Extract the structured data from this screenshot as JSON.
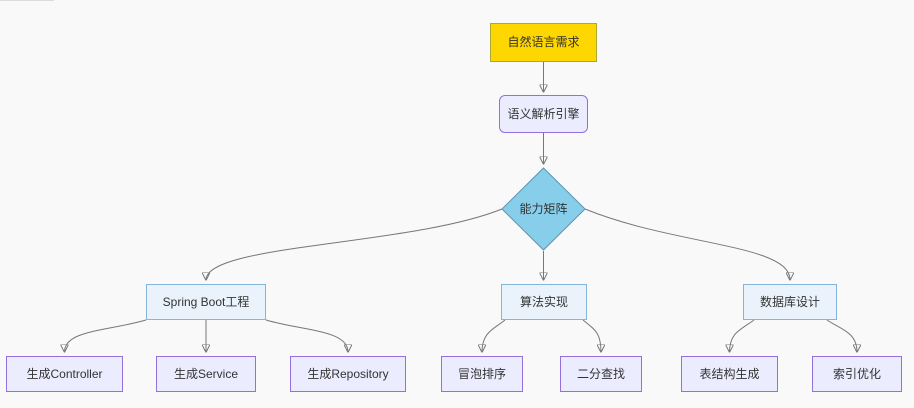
{
  "diagram": {
    "type": "flowchart",
    "direction": "top-down",
    "background_color": "#f9f9f9",
    "colors": {
      "requirement_node_fill": "#ffd700",
      "requirement_node_border": "#aaaa33",
      "lavender_node_fill": "#ececff",
      "lavender_node_border": "#9370db",
      "category_node_fill": "#eaf3fb",
      "category_node_border": "#85b5da",
      "decision_fill": "#87ceeb",
      "decision_border": "#5d93b5",
      "edge_line": "#777777",
      "arrowhead": "#333333",
      "text": "#333333"
    },
    "nodes": [
      {
        "id": "req",
        "label": "自然语言需求",
        "shape": "rect",
        "style": "yellow"
      },
      {
        "id": "parser",
        "label": "语义解析引擎",
        "shape": "rounded",
        "style": "lavender"
      },
      {
        "id": "matrix",
        "label": "能力矩阵",
        "shape": "diamond",
        "style": "skyblue"
      },
      {
        "id": "springboot",
        "label": "Spring Boot工程",
        "shape": "rect",
        "style": "blue"
      },
      {
        "id": "algo",
        "label": "算法实现",
        "shape": "rect",
        "style": "blue"
      },
      {
        "id": "db",
        "label": "数据库设计",
        "shape": "rect",
        "style": "blue"
      },
      {
        "id": "controller",
        "label": "生成Controller",
        "shape": "rect",
        "style": "lavender"
      },
      {
        "id": "service",
        "label": "生成Service",
        "shape": "rect",
        "style": "lavender"
      },
      {
        "id": "repo",
        "label": "生成Repository",
        "shape": "rect",
        "style": "lavender"
      },
      {
        "id": "bubble",
        "label": "冒泡排序",
        "shape": "rect",
        "style": "lavender"
      },
      {
        "id": "binary",
        "label": "二分查找",
        "shape": "rect",
        "style": "lavender"
      },
      {
        "id": "table",
        "label": "表结构生成",
        "shape": "rect",
        "style": "lavender"
      },
      {
        "id": "index",
        "label": "索引优化",
        "shape": "rect",
        "style": "lavender"
      }
    ],
    "edges": [
      {
        "from": "req",
        "to": "parser"
      },
      {
        "from": "parser",
        "to": "matrix"
      },
      {
        "from": "matrix",
        "to": "springboot"
      },
      {
        "from": "matrix",
        "to": "algo"
      },
      {
        "from": "matrix",
        "to": "db"
      },
      {
        "from": "springboot",
        "to": "controller"
      },
      {
        "from": "springboot",
        "to": "service"
      },
      {
        "from": "springboot",
        "to": "repo"
      },
      {
        "from": "algo",
        "to": "bubble"
      },
      {
        "from": "algo",
        "to": "binary"
      },
      {
        "from": "db",
        "to": "table"
      },
      {
        "from": "db",
        "to": "index"
      }
    ]
  }
}
